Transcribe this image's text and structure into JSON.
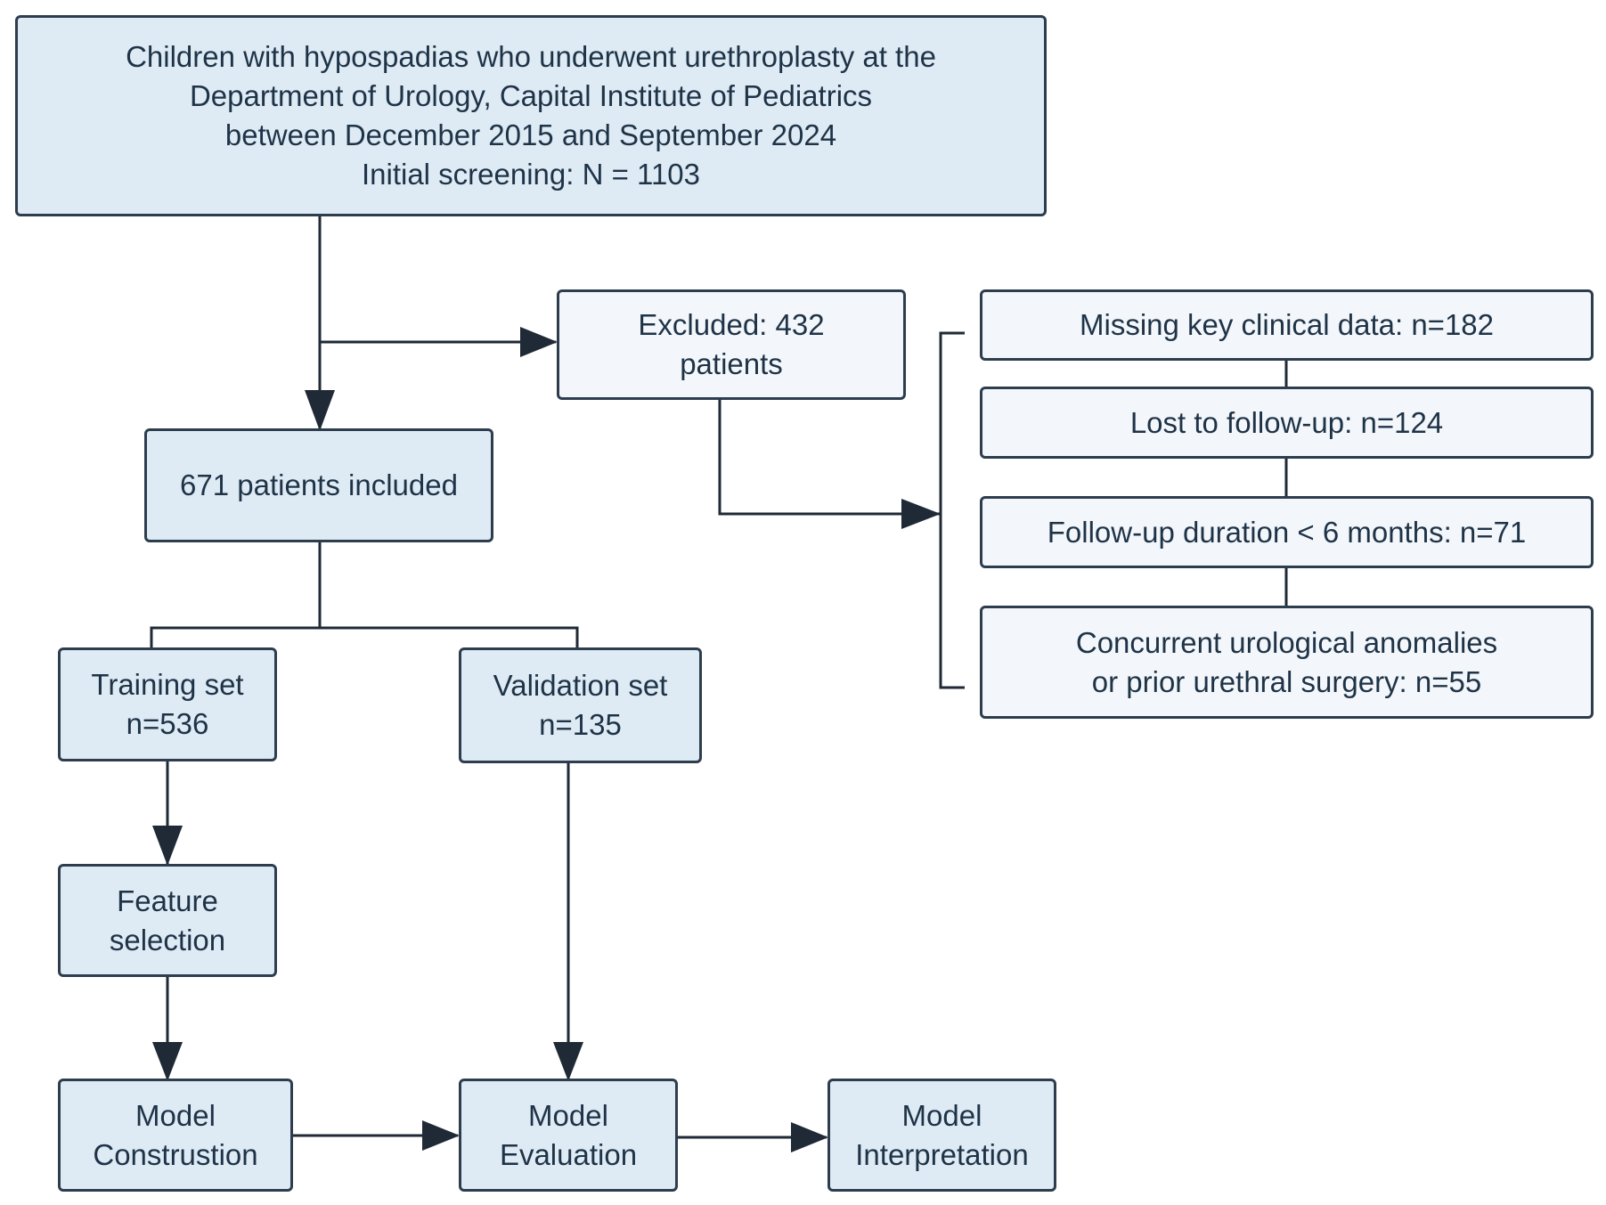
{
  "diagram": {
    "screening": {
      "lines": [
        "Children with hypospadias who underwent urethroplasty at the",
        "Department of Urology, Capital Institute of Pediatrics",
        "between December 2015 and September 2024",
        "Initial screening: N = 1103"
      ]
    },
    "excluded": {
      "lines": [
        "Excluded: 432",
        "patients"
      ]
    },
    "included": {
      "lines": [
        "671 patients included"
      ]
    },
    "exclusion_reasons": [
      {
        "lines": [
          "Missing key clinical data: n=182"
        ]
      },
      {
        "lines": [
          "Lost to follow-up: n=124"
        ]
      },
      {
        "lines": [
          "Follow-up duration < 6 months: n=71"
        ]
      },
      {
        "lines": [
          "Concurrent urological anomalies",
          "or prior urethral surgery: n=55"
        ]
      }
    ],
    "training": {
      "lines": [
        "Training set",
        "n=536"
      ]
    },
    "validation": {
      "lines": [
        "Validation set",
        "n=135"
      ]
    },
    "feature_selection": {
      "lines": [
        "Feature",
        "selection"
      ]
    },
    "model_construction": {
      "lines": [
        "Model",
        "Construstion"
      ]
    },
    "model_evaluation": {
      "lines": [
        "Model",
        "Evaluation"
      ]
    },
    "model_interpretation": {
      "lines": [
        "Model",
        "Interpretation"
      ]
    }
  }
}
